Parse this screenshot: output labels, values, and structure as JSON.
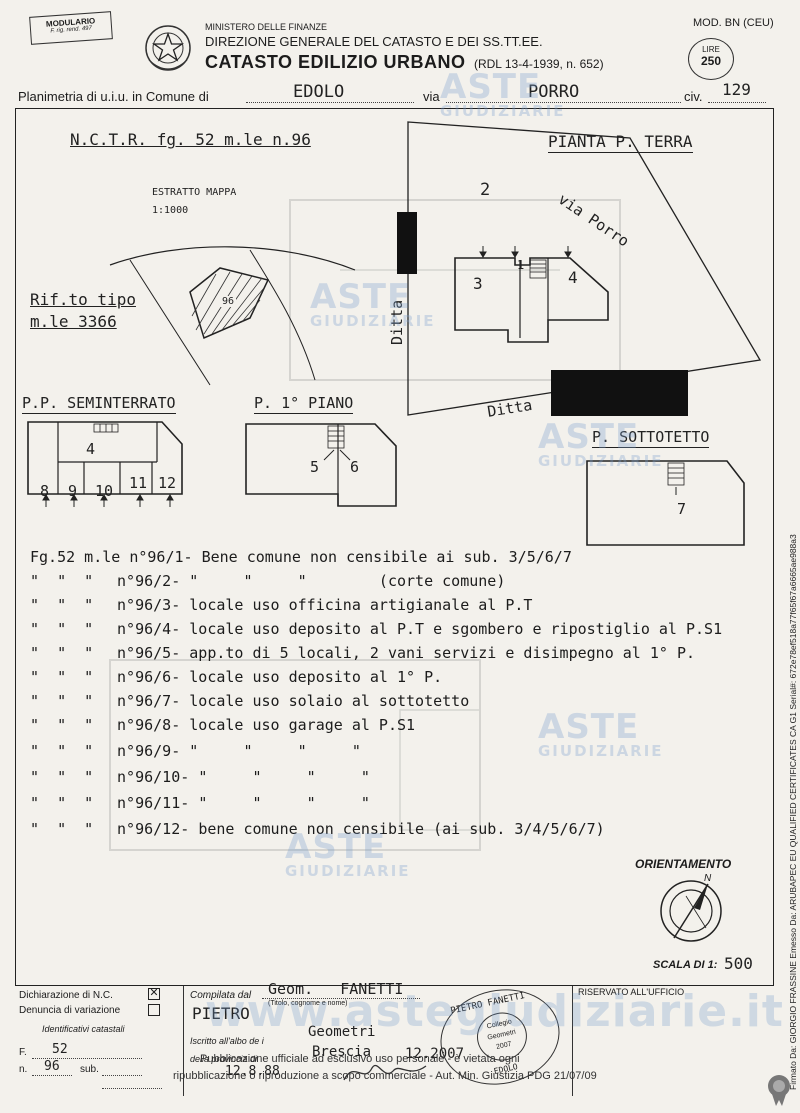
{
  "header": {
    "stamp_label": "MODULARIO",
    "stamp_sub": "F. rig. rend. 497",
    "ministry": "MINISTERO DELLE FINANZE",
    "direction": "DIREZIONE GENERALE DEL CATASTO E DEI SS.TT.EE.",
    "title": "CATASTO EDILIZIO URBANO",
    "law": "(RDL 13-4-1939, n. 652)",
    "model": "MOD. BN (CEU)",
    "lire_label": "LIRE",
    "lire_value": "250"
  },
  "address": {
    "prefix": "Planimetria di u.i.u. in Comune di",
    "comune": "EDOLO",
    "via_label": "via",
    "via": "PORRO",
    "civ_label": "civ.",
    "civ": "129"
  },
  "plan": {
    "nctr": "N.C.T.R. fg. 52 m.le n.96",
    "pianta_terra": "PIANTA P. TERRA",
    "estratto_title": "ESTRATTO MAPPA",
    "estratto_scale": "1:1000",
    "parcel_num": "96",
    "rif_tipo": "Rif.to tipo",
    "mle": "m.le 3366",
    "via_porro": "via Porro",
    "ditta_v": "Ditta",
    "ditta_h": "Ditta",
    "court_num": "2",
    "g3": "3",
    "g1": "1",
    "g4": "4",
    "seminterrato": "P.P. SEMINTERRATO",
    "s4": "4",
    "s8": "8",
    "s9": "9",
    "s10": "10",
    "s11": "11",
    "s12": "12",
    "primo_piano": "P. 1° PIANO",
    "p5": "5",
    "p6": "6",
    "sottotetto": "P. SOTTOTETTO",
    "t7": "7"
  },
  "legend": [
    {
      "col1": "Fg.52 m.le",
      "col2": "n°96/1-",
      "text": "Bene comune non censibile ai sub. 3/5/6/7"
    },
    {
      "col1": "\"  \"  \"",
      "col2": "n°96/2-",
      "text": "\"     \"     \"        (corte comune)"
    },
    {
      "col1": "\"  \"  \"",
      "col2": "n°96/3-",
      "text": "locale uso officina artigianale al P.T"
    },
    {
      "col1": "\"  \"  \"",
      "col2": "n°96/4-",
      "text": "locale uso deposito al P.T e sgombero e ripostiglio al P.S1"
    },
    {
      "col1": "\"  \"  \"",
      "col2": "n°96/5-",
      "text": "app.to di 5 locali, 2 vani servizi e disimpegno al 1° P."
    },
    {
      "col1": "\"  \"  \"",
      "col2": "n°96/6-",
      "text": "locale uso deposito al 1° P."
    },
    {
      "col1": "\"  \"  \"",
      "col2": "n°96/7-",
      "text": "locale uso solaio al sottotetto"
    },
    {
      "col1": "\"  \"  \"",
      "col2": "n°96/8-",
      "text": "locale uso garage al P.S1"
    },
    {
      "col1": "\"  \"  \"",
      "col2": "n°96/9-",
      "text": "\"     \"     \"     \""
    },
    {
      "col1": "\"  \"  \"",
      "col2": "n°96/10-",
      "text": "\"     \"     \"     \""
    },
    {
      "col1": "\"  \"  \"",
      "col2": "n°96/11-",
      "text": "\"     \"     \"     \""
    },
    {
      "col1": "\"  \"  \"",
      "col2": "n°96/12-",
      "text": "bene comune non censibile (ai sub. 3/4/5/6/7)"
    }
  ],
  "orientation": {
    "label": "ORIENTAMENTO",
    "north": "N",
    "scale_label": "SCALA DI 1:",
    "scale_value": "500"
  },
  "footer": {
    "dichiarazione": "Dichiarazione di N.C.",
    "denuncia": "Denuncia di variazione",
    "ident_title": "Identificativi catastali",
    "f_label": "F.",
    "f_value": "52",
    "n_label": "n.",
    "n_value": "96",
    "sub_label": "sub.",
    "compilata_label": "Compilata dal",
    "compilata_name": "Geom.   FANETTI",
    "titolo_label": "(Titolo, cognome e nome)",
    "pietro": "PIETRO",
    "iscritto_label": "Iscritto all'albo de i",
    "iscritto_value": "Geometri",
    "prov_label": "della provincia di",
    "prov_value": "Brescia",
    "number_value": "12.2007",
    "date_value": "12.8.88",
    "riservato": "RISERVATO ALL'UFFICIO",
    "stamp_ring_top": "PIETRO FANETTI",
    "stamp_center1": "Collegio",
    "stamp_center2": "Geometri",
    "stamp_center3": "2007",
    "stamp_bottom": "EDOLO",
    "notice1": "Pubblicazione ufficiale ad esclusivo uso personale - è vietata ogni",
    "notice2": "ripubblicazione o riproduzione a scopo commerciale - Aut. Min. Giustizia PDG 21/07/09"
  },
  "side_text": "Firmato Da: GIORGIO FRASSINE Emesso Da: ARUBAPEC EU QUALIFIED CERTIFICATES CA G1 Serial#: 672e78ef518a77f65f67a6665ae988a3",
  "watermarks": {
    "aste": "ASTE",
    "giudiziarie": "GIUDIZIARIE",
    "site": "www.astegiudiziarie.it"
  }
}
